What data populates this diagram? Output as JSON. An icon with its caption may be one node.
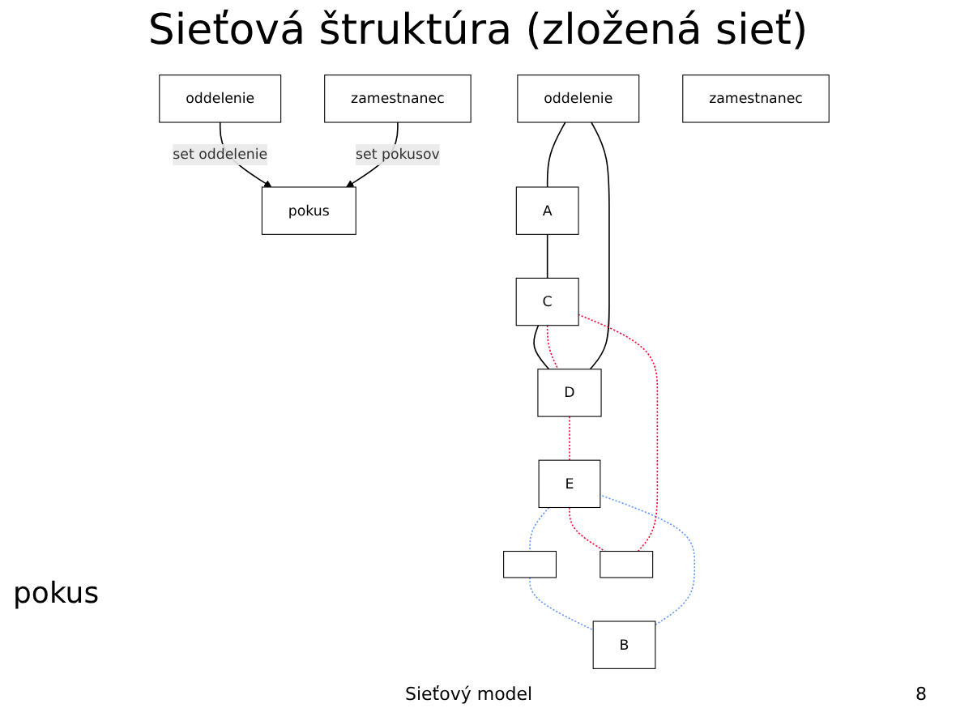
{
  "diagram": {
    "title": "Sieťová štruktúra (zložená sieť)",
    "nodes": [
      {
        "text": [
          "oddelenie"
        ]
      },
      {
        "text": [
          "zamestnanec"
        ]
      },
      {
        "text": [
          "pokus"
        ]
      },
      {
        "text": [
          "oddelenie"
        ]
      },
      {
        "text": [],
        "shape": "box"
      },
      {
        "text": [
          "zamestnanec"
        ]
      },
      {
        "text": [],
        "shape": "box"
      },
      {
        "text": [
          "A"
        ]
      },
      {
        "text": [
          "B"
        ]
      },
      {
        "text": [
          "C"
        ]
      },
      {
        "text": [
          "D"
        ]
      },
      {
        "text": [
          "E"
        ]
      }
    ],
    "edges": [
      {
        "from": 0,
        "to": 2,
        "arrow": "to",
        "label": "set oddelenie"
      },
      {
        "from": 1,
        "to": 2,
        "arrow": "to",
        "label": "set pokusov"
      },
      {
        "from": 3,
        "to": 7,
        "arrow": "none"
      },
      {
        "from": 7,
        "to": 9,
        "arrow": "none"
      },
      {
        "from": 9,
        "to": 10,
        "arrow": "none"
      },
      {
        "from": 10,
        "to": 3,
        "arrow": "none"
      },
      {
        "from": 4,
        "to": 8,
        "arrow": "none",
        "style": "dashed",
        "color": "#6699ff"
      },
      {
        "from": 8,
        "to": 11,
        "arrow": "none",
        "style": "dashed",
        "color": "#6699ff"
      },
      {
        "from": 11,
        "to": 4,
        "arrow": "none",
        "style": "dashed",
        "color": "#6699ff"
      },
      {
        "from": 6,
        "to": 9,
        "arrow": "none",
        "style": "dashed",
        "color": "#ff0033"
      },
      {
        "from": 9,
        "to": 10,
        "arrow": "none",
        "style": "dashed",
        "color": "#ff0033"
      },
      {
        "from": 10,
        "to": 11,
        "arrow": "none",
        "style": "dashed",
        "color": "#ff0033"
      },
      {
        "from": 11,
        "to": 6,
        "arrow": "none",
        "style": "dashed",
        "color": "#ff0033"
      }
    ],
    "labels": [
      "pokus",
      "Sieťový model",
      "8"
    ]
  }
}
